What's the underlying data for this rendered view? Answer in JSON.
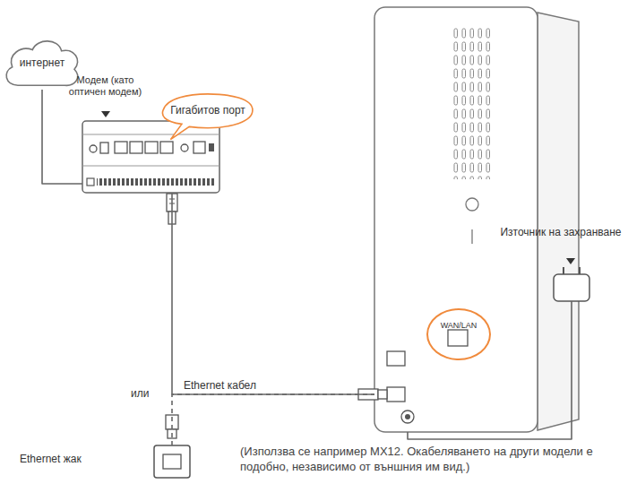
{
  "diagram": {
    "caption": "(Използва се например MX12. Окабеляването на други модели е подобно, независимо от външния им вид.)",
    "nodes": [
      {
        "text": [
          "интернет"
        ]
      },
      {
        "text": [
          "Модем (като оптичен модем)"
        ]
      },
      {
        "text": [
          "Гигабитов порт"
        ]
      },
      {
        "text": [
          "WAN/LAN"
        ]
      },
      {
        "text": [
          "Източник на захранване"
        ]
      },
      {
        "text": [
          "Ethernet жак"
        ]
      }
    ],
    "edges": [
      {
        "from": 0,
        "to": 1,
        "arrow": "none"
      },
      {
        "from": 1,
        "to": 3,
        "arrow": "none",
        "label": "Ethernet кабел"
      },
      {
        "from": 5,
        "to": 3,
        "arrow": "none"
      },
      {
        "from": 4,
        "to": 3,
        "arrow": "none"
      }
    ],
    "labels": [
      "или"
    ]
  }
}
